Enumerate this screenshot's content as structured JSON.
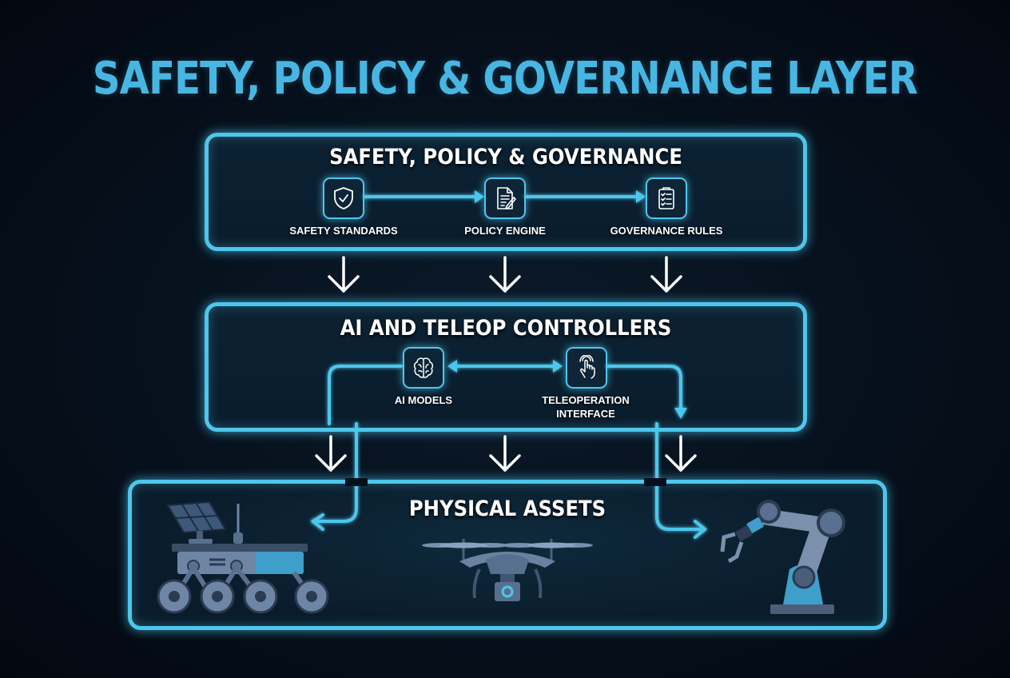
{
  "title": "SAFETY, POLICY & GOVERNANCE LAYER",
  "colors": {
    "background": "#050c18",
    "accent": "#4ec6ec",
    "title": "#48b6e2",
    "text": "#ffffff"
  },
  "layers": [
    {
      "title": "SAFETY, POLICY & GOVERNANCE",
      "nodes": [
        {
          "label": "SAFETY STANDARDS",
          "icon": "shield-check-icon"
        },
        {
          "label": "POLICY ENGINE",
          "icon": "document-pen-icon"
        },
        {
          "label": "GOVERNANCE RULES",
          "icon": "clipboard-checklist-icon"
        }
      ],
      "flow": "Safety Standards → Policy Engine → Governance Rules"
    },
    {
      "title": "AI AND TELEOP CONTROLLERS",
      "nodes": [
        {
          "label": "AI MODELS",
          "icon": "brain-icon"
        },
        {
          "label_line1": "TELEOPERATION",
          "label_line2": "INTERFACE",
          "icon": "touch-hand-icon"
        }
      ],
      "flow": "AI Models ↔ Teleoperation Interface"
    },
    {
      "title": "PHYSICAL ASSETS",
      "assets": [
        {
          "name": "rover",
          "icon": "rover-icon"
        },
        {
          "name": "drone",
          "icon": "drone-icon"
        },
        {
          "name": "robotic-arm",
          "icon": "robot-arm-icon"
        }
      ]
    }
  ]
}
